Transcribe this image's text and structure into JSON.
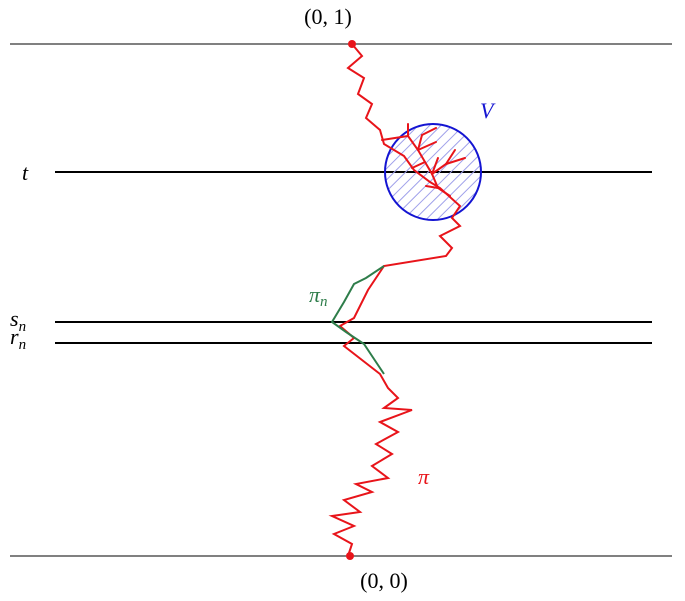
{
  "labels": {
    "top_point": "(0, 1)",
    "bottom_point": "(0, 0)",
    "t_level": "t",
    "s_level": "s",
    "s_sub": "n",
    "r_level": "r",
    "r_sub": "n",
    "region_v": "V",
    "path_pi": "π",
    "path_pi_n": "π",
    "path_pi_n_sub": "n"
  },
  "colors": {
    "boundary": "#000000",
    "level_line": "#000000",
    "path_pi": "#e8141a",
    "path_pi_n": "#2e7d4a",
    "region_v": "#1414d2",
    "region_v_hatch": "#9fa0ea",
    "endpoints": "#e8141a"
  }
}
